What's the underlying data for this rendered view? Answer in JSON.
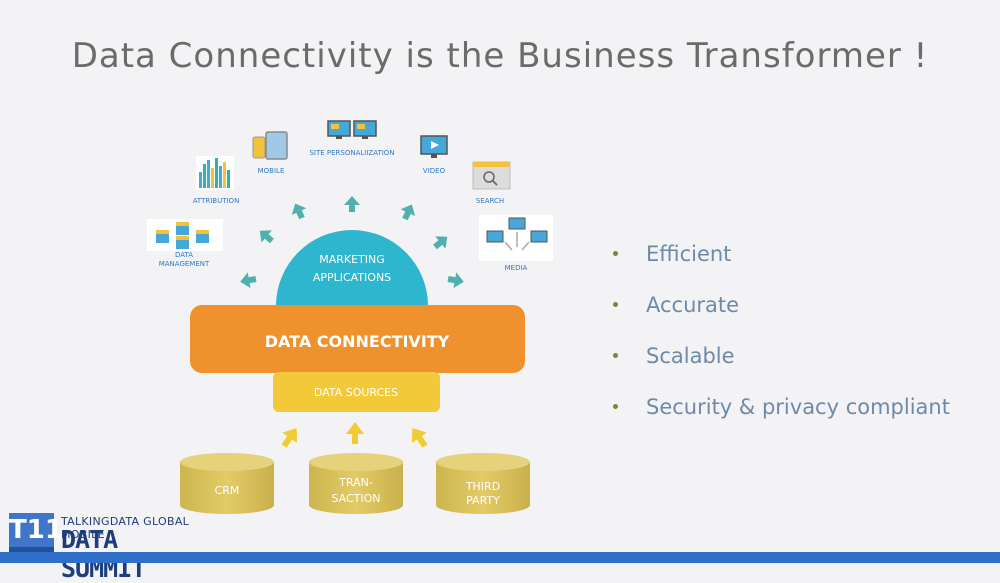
{
  "slide": {
    "title": "Data Connectivity is the Business Transformer !"
  },
  "diagram": {
    "core": "DATA CONNECTIVITY",
    "marketing": [
      "MARKETING",
      "APPLICATIONS"
    ],
    "sources": "DATA SOURCES",
    "channels": {
      "data_management": [
        "DATA",
        "MANAGEMENT"
      ],
      "attribution": "ATTRIBUTION",
      "mobile": "MOBILE",
      "site_personalization": "SITE PERSONALIIZATION",
      "video": "VIDEO",
      "search": "SEARCH",
      "media": "MEDIA"
    },
    "databases": {
      "crm": "CRM",
      "transaction": [
        "TRAN-",
        "SACTION"
      ],
      "third_party": [
        "THIRD",
        "PARTY"
      ]
    },
    "colors": {
      "core": "#ef922e",
      "marketing": "#2eb6cf",
      "sources": "#f3c93a",
      "db": "#d8c05a",
      "arrow_teal": "#4fb0ad",
      "arrow_yellow": "#f0cc33",
      "label_blue": "#2f78c4"
    }
  },
  "bullets": [
    "Efficient",
    "Accurate",
    "Scalable",
    "Security & privacy compliant"
  ],
  "logo": {
    "mark": "T11",
    "line1": "TALKINGDATA GLOBAL MOBILE",
    "line2": "DATA SUMMIT"
  }
}
